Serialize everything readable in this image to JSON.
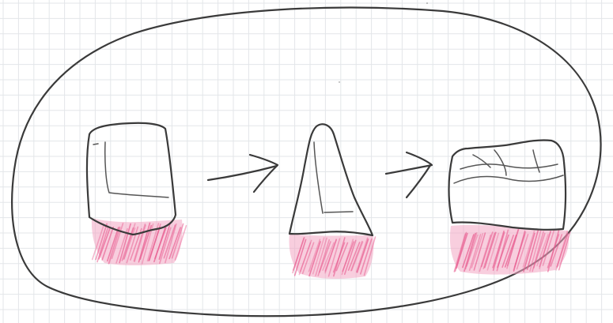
{
  "sketch": {
    "description_text": "",
    "colors": {
      "paper": "#ffffff",
      "grid": "#e3e6e9",
      "pencil": "#3a3a3a",
      "gum_fill": "#f3a6c2",
      "gum_stroke": "#e85a8e"
    },
    "icons": [
      "oval-outline",
      "square-tooth",
      "pointed-tooth",
      "broad-molar-tooth",
      "arrow-right",
      "arrow-right"
    ]
  }
}
